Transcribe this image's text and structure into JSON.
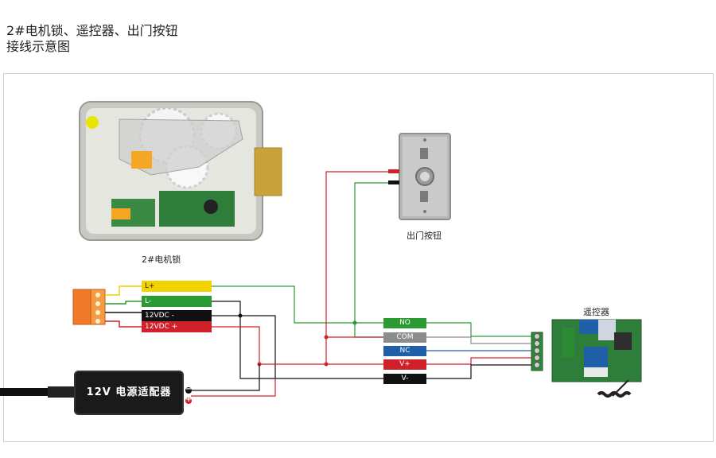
{
  "title": {
    "line1": "2#电机锁、遥控器、出门按钮",
    "line2": "接线示意图"
  },
  "captions": {
    "lock": "2#电机锁",
    "exit_button": "出门按钮",
    "remote": "遥控器"
  },
  "lock_terminals": [
    {
      "label": "L+",
      "color": "#f2d200"
    },
    {
      "label": "L-",
      "color": "#2a9a33"
    },
    {
      "label": "12VDC -",
      "color": "#111111"
    },
    {
      "label": "12VDC +",
      "color": "#d0202a"
    }
  ],
  "receiver_terminals": [
    {
      "label": "NO",
      "color": "#2a9a33"
    },
    {
      "label": "COM",
      "color": "#8c8c8c"
    },
    {
      "label": "NC",
      "color": "#1f5fa8"
    },
    {
      "label": "V+",
      "color": "#d0202a"
    },
    {
      "label": "V-",
      "color": "#111111"
    }
  ],
  "adapter": {
    "label": "12V 电源适配器",
    "minus": "−",
    "plus": "+"
  }
}
